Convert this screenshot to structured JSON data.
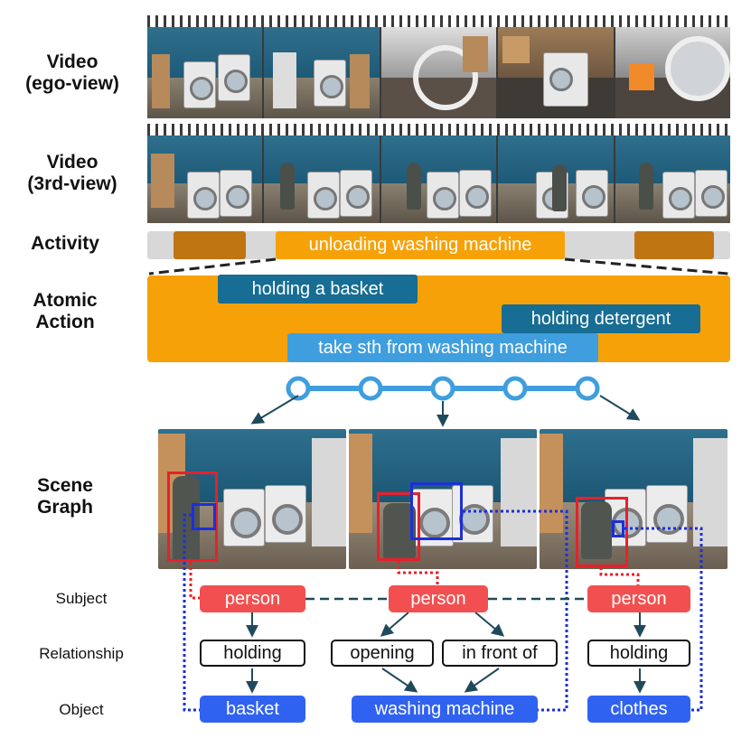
{
  "labels": {
    "video_ego": "Video\n(ego-view)",
    "video_3rd": "Video\n(3rd-view)",
    "activity": "Activity",
    "atomic_action": "Atomic\nAction",
    "scene_graph": "Scene\nGraph",
    "subject": "Subject",
    "relationship": "Relationship",
    "object": "Object"
  },
  "activity": {
    "label": "unloading washing machine",
    "colors": {
      "track": "#d8d8d8",
      "other": "#c07513",
      "main": "#f7a108"
    }
  },
  "atomic_actions": [
    {
      "label": "holding a basket",
      "color": "#176d93"
    },
    {
      "label": "holding detergent",
      "color": "#176d93"
    },
    {
      "label": "take sth from washing machine",
      "color": "#3f9ede"
    }
  ],
  "timeline": {
    "node_count": 5,
    "color": "#3f9ede"
  },
  "scene_graphs": [
    {
      "subject": "person",
      "relationships": [
        "holding"
      ],
      "object": "basket"
    },
    {
      "subject": "person",
      "relationships": [
        "opening",
        "in front of"
      ],
      "object": "washing machine"
    },
    {
      "subject": "person",
      "relationships": [
        "holding"
      ],
      "object": "clothes"
    }
  ],
  "colors": {
    "subject": "#f25050",
    "object": "#3062f2",
    "subject_box": "#e8202a",
    "object_box": "#1c2fd8",
    "arrow": "#1f4a5c"
  }
}
